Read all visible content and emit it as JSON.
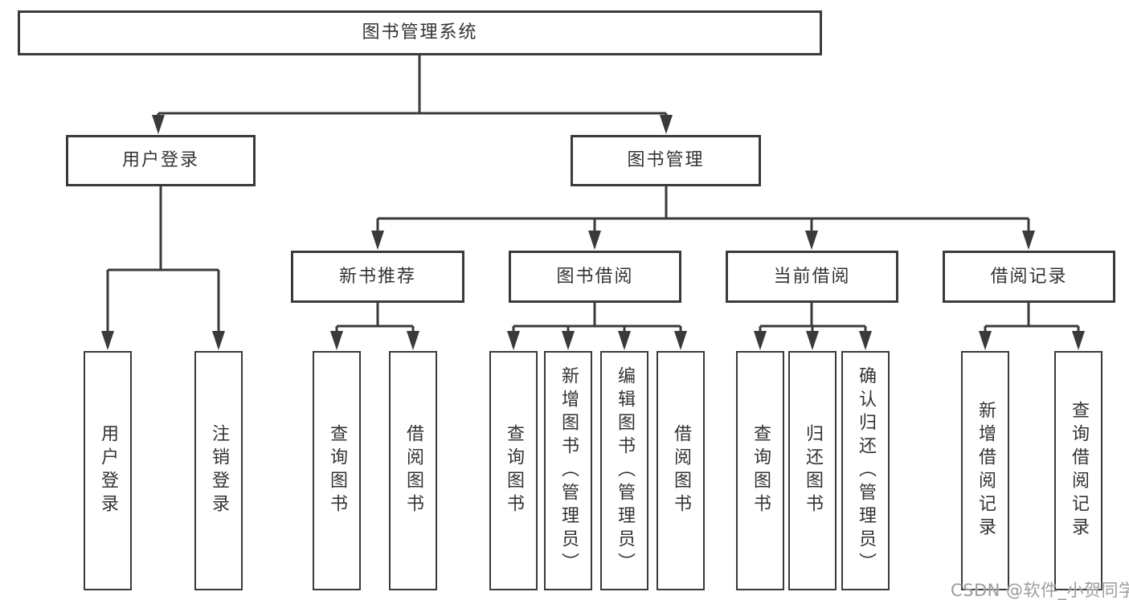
{
  "diagram": {
    "root": "图书管理系统",
    "branches": [
      {
        "label": "用户登录",
        "leaves": [
          "用户登录",
          "注销登录"
        ]
      },
      {
        "label": "图书管理",
        "groups": [
          {
            "label": "新书推荐",
            "leaves": [
              "查询图书",
              "借阅图书"
            ]
          },
          {
            "label": "图书借阅",
            "leaves": [
              "查询图书",
              "新增图书（管理员）",
              "编辑图书（管理员）",
              "借阅图书"
            ]
          },
          {
            "label": "当前借阅",
            "leaves": [
              "查询图书",
              "归还图书",
              "确认归还（管理员）"
            ]
          },
          {
            "label": "借阅记录",
            "leaves": [
              "新增借阅记录",
              "查询借阅记录"
            ]
          }
        ]
      }
    ]
  },
  "watermark": "CSDN @软件_小贺同学",
  "colors": {
    "line": "#3a3a3a",
    "text": "#333333",
    "box_fill": "#ffffff",
    "watermark": "#9c9c9c",
    "background": "#ffffff"
  }
}
